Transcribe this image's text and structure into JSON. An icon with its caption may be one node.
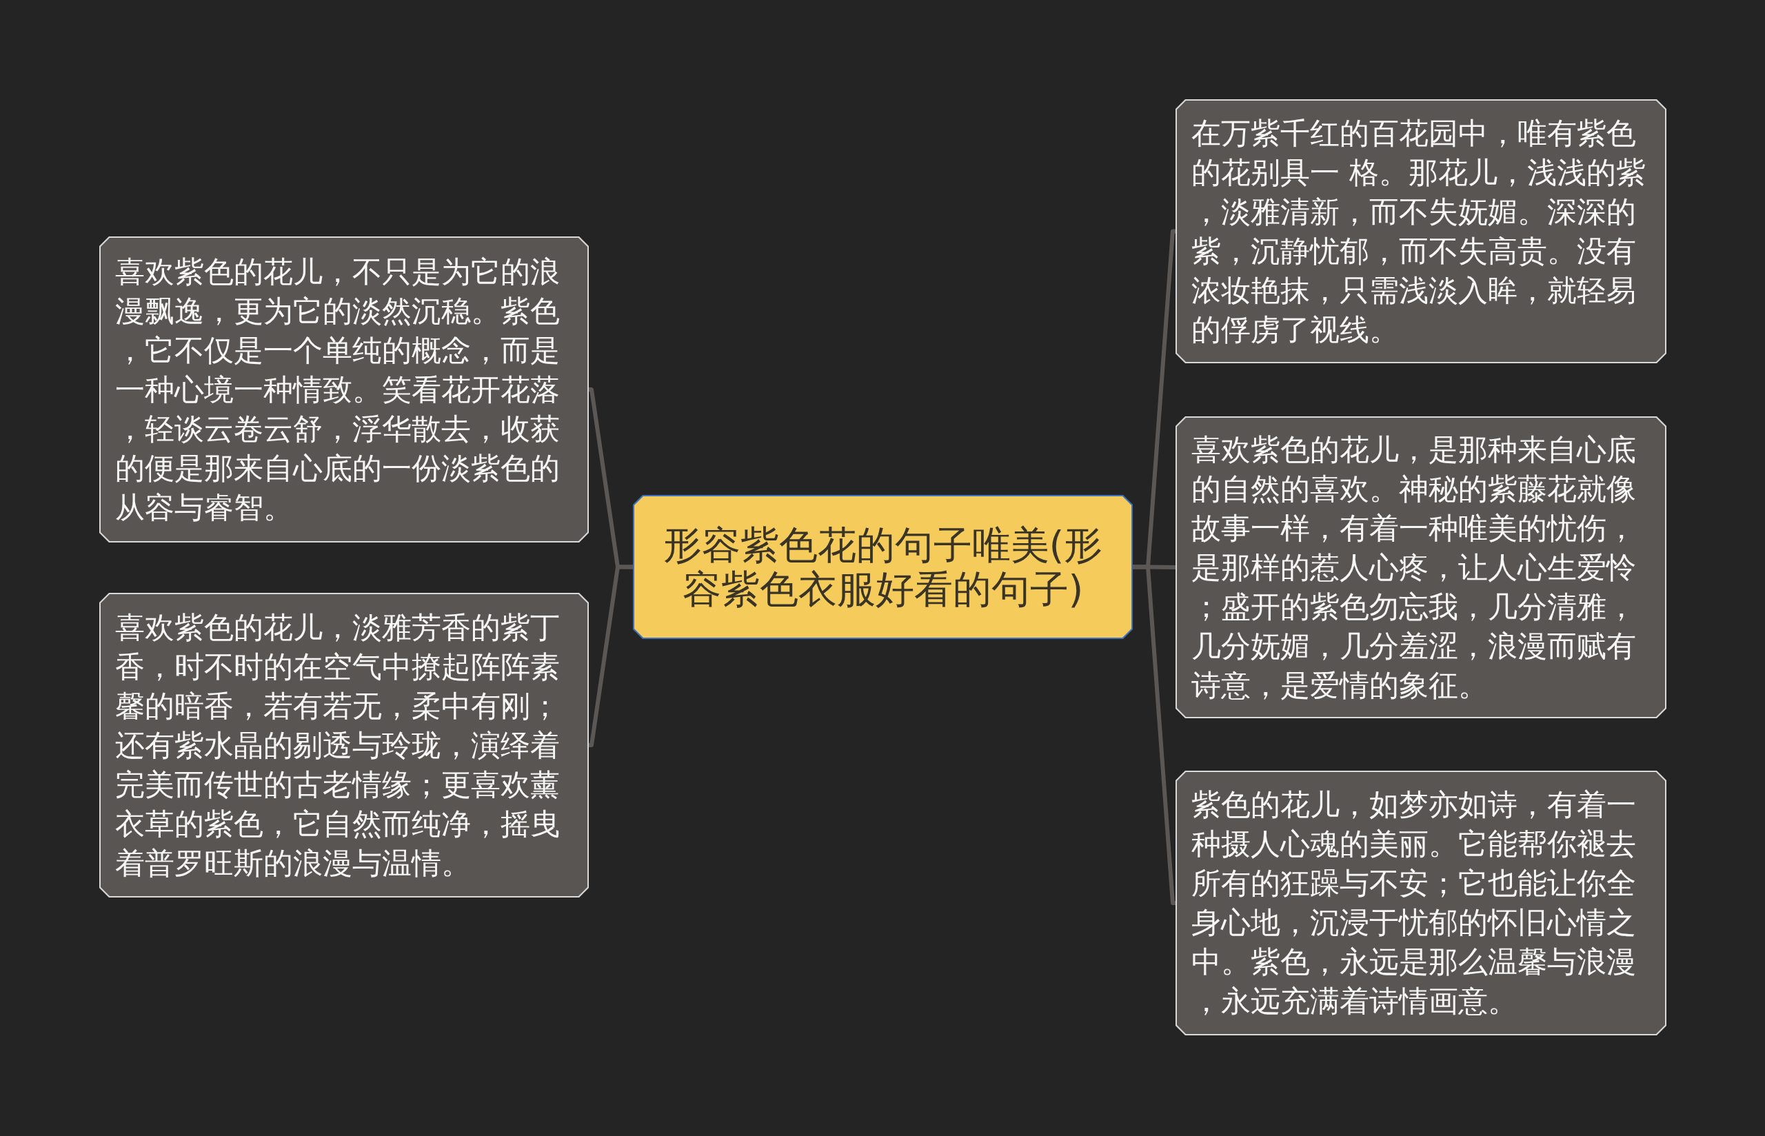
{
  "diagram": {
    "nodes": [
      {
        "text": [
          "形容紫色花的句子唯美(形容紫色衣服好看的句子)"
        ]
      },
      {
        "text": [
          "喜欢紫色的花儿，不只是为它的浪漫飘逸，更为它的淡然沉稳。紫色，它不仅是一个单纯的概念，而是一种心境一种情致。笑看花开花落，轻谈云卷云舒，浮华散去，收获的便是那来自心底的一份淡紫色的从容与睿智。"
        ]
      },
      {
        "text": [
          "喜欢紫色的花儿，淡雅芳香的紫丁香，时不时的在空气中撩起阵阵素馨的暗香，若有若无，柔中有刚；还有紫水晶的剔透与玲珑，演绎着完美而传世的古老情缘；更喜欢薰衣草的紫色，它自然而纯净，摇曳着普罗旺斯的浪漫与温情。"
        ]
      },
      {
        "text": [
          "在万紫千红的百花园中，唯有紫色的花别具一 格。那花儿，浅浅的紫，淡雅清新，而不失妩媚。深深的紫，沉静忧郁，而不失高贵。没有浓妆艳抹，只需浅淡入眸，就轻易的俘虏了视线。"
        ]
      },
      {
        "text": [
          "喜欢紫色的花儿，是那种来自心底的自然的喜欢。神秘的紫藤花就像故事一样，有着一种唯美的忧伤，是那样的惹人心疼，让人心生爱怜；盛开的紫色勿忘我，几分清雅，几分妩媚，几分羞涩，浪漫而赋有诗意，是爱情的象征。"
        ]
      },
      {
        "text": [
          "紫色的花儿，如梦亦如诗，有着一种摄人心魂的美丽。它能帮你褪去所有的狂躁与不安；它也能让你全身心地，沉浸于忧郁的怀旧心情之中。紫色，永远是那么温馨与浪漫，永远充满着诗情画意。"
        ]
      }
    ],
    "edges": [
      {
        "from": 0,
        "to": 1,
        "arrow": "none"
      },
      {
        "from": 0,
        "to": 2,
        "arrow": "none"
      },
      {
        "from": 0,
        "to": 3,
        "arrow": "none"
      },
      {
        "from": 0,
        "to": 4,
        "arrow": "none"
      },
      {
        "from": 0,
        "to": 5,
        "arrow": "none"
      }
    ]
  }
}
